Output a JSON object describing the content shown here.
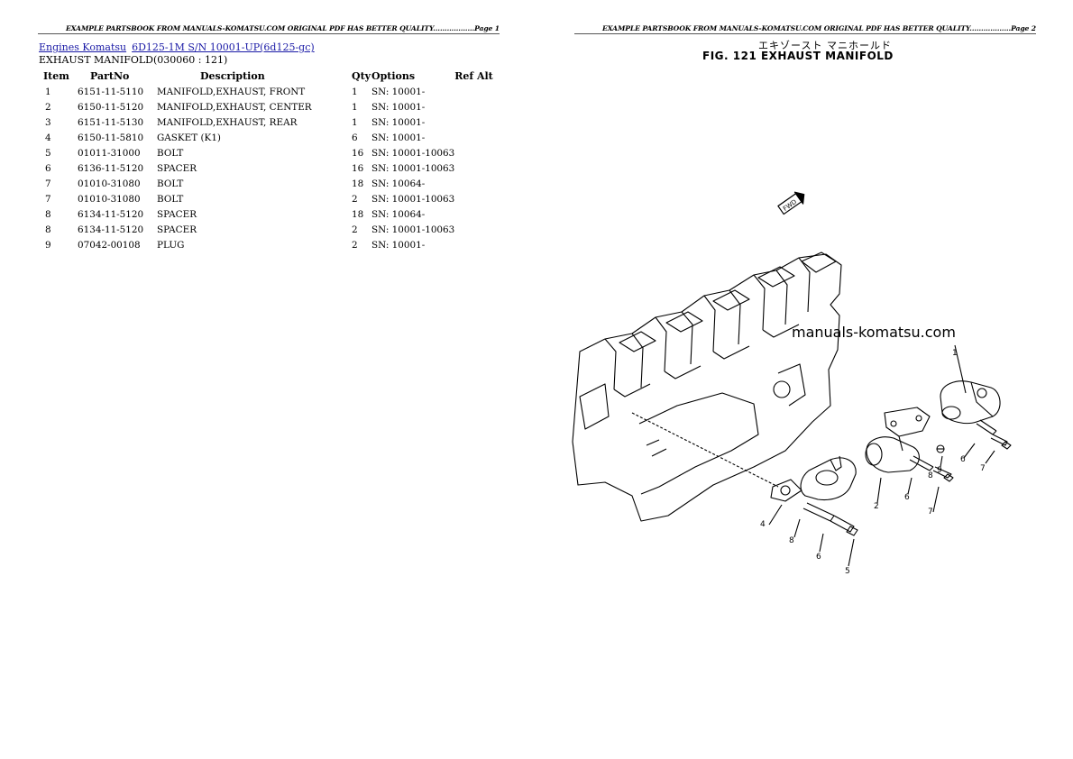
{
  "page1": {
    "header": "EXAMPLE PARTSBOOK FROM MANUALS-KOMATSU.COM ORIGINAL PDF HAS BETTER QUALITY..................Page 1",
    "breadcrumb": {
      "link1": "Engines Komatsu",
      "link2": "6D125-1M S/N 10001-UP(6d125-gc)"
    },
    "subtitle": "EXHAUST MANIFOLD(030060 : 121)",
    "columns": {
      "item": "Item",
      "partno": "PartNo",
      "description": "Description",
      "qty": "Qty",
      "options": "Options",
      "ref_alt": "Ref Alt"
    },
    "rows": [
      {
        "item": "1",
        "partno": "6151-11-5110",
        "description": "MANIFOLD,EXHAUST, FRONT",
        "qty": "1",
        "options": "SN: 10001-"
      },
      {
        "item": "2",
        "partno": "6150-11-5120",
        "description": "MANIFOLD,EXHAUST, CENTER",
        "qty": "1",
        "options": "SN: 10001-"
      },
      {
        "item": "3",
        "partno": "6151-11-5130",
        "description": "MANIFOLD,EXHAUST, REAR",
        "qty": "1",
        "options": "SN: 10001-"
      },
      {
        "item": "4",
        "partno": "6150-11-5810",
        "description": "GASKET (K1)",
        "qty": "6",
        "options": "SN: 10001-"
      },
      {
        "item": "5",
        "partno": "01011-31000",
        "description": "BOLT",
        "qty": "16",
        "options": "SN: 10001-10063"
      },
      {
        "item": "6",
        "partno": "6136-11-5120",
        "description": "SPACER",
        "qty": "16",
        "options": "SN: 10001-10063"
      },
      {
        "item": "7",
        "partno": "01010-31080",
        "description": "BOLT",
        "qty": "18",
        "options": "SN: 10064-"
      },
      {
        "item": "7",
        "partno": "01010-31080",
        "description": "BOLT",
        "qty": "2",
        "options": "SN: 10001-10063"
      },
      {
        "item": "8",
        "partno": "6134-11-5120",
        "description": "SPACER",
        "qty": "18",
        "options": "SN: 10064-"
      },
      {
        "item": "8",
        "partno": "6134-11-5120",
        "description": "SPACER",
        "qty": "2",
        "options": "SN: 10001-10063"
      },
      {
        "item": "9",
        "partno": "07042-00108",
        "description": "PLUG",
        "qty": "2",
        "options": "SN: 10001-"
      }
    ]
  },
  "page2": {
    "header": "EXAMPLE PARTSBOOK FROM MANUALS-KOMATSU.COM ORIGINAL PDF HAS BETTER QUALITY..................Page 2",
    "fig_title_jp": "エキゾースト マニホールド",
    "fig_title": "FIG. 121  EXHAUST MANIFOLD",
    "watermark": "manuals-komatsu.com",
    "fwd_label": "FWD",
    "callouts": [
      "1",
      "2",
      "4",
      "5",
      "6",
      "6",
      "6",
      "7",
      "7",
      "8",
      "8",
      "9"
    ]
  }
}
